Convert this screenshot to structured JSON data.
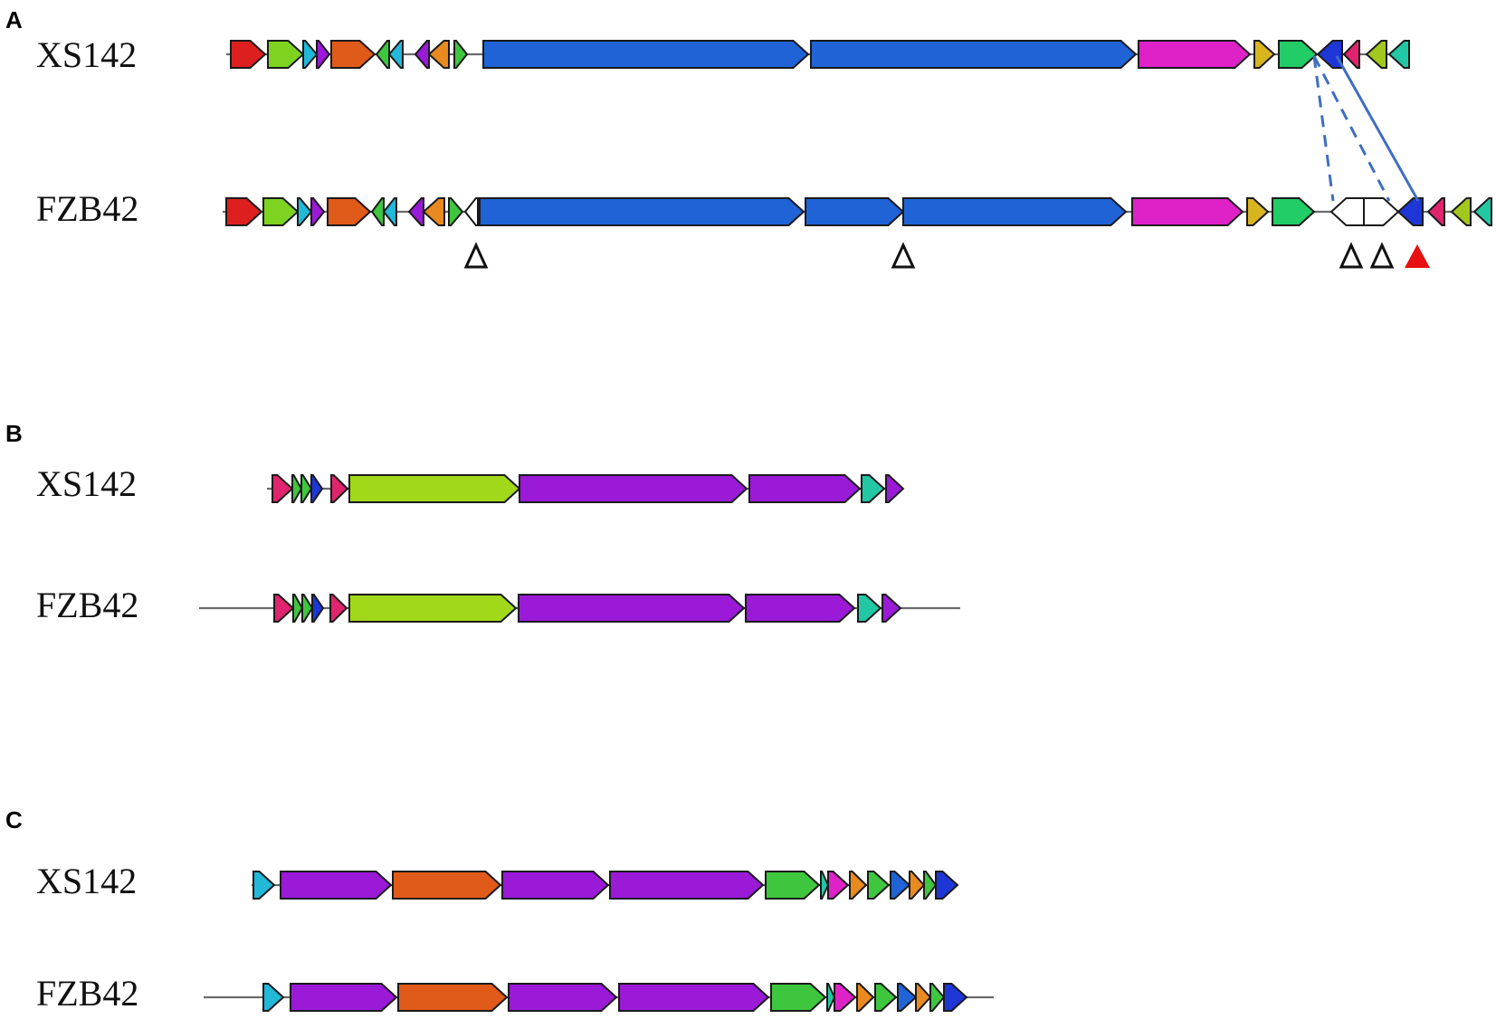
{
  "panels": [
    {
      "letter": "A",
      "strains": [
        "XS142",
        "FZB42"
      ]
    },
    {
      "letter": "B",
      "strains": [
        "XS142",
        "FZB42"
      ]
    },
    {
      "letter": "C",
      "strains": [
        "XS142",
        "FZB42"
      ]
    }
  ],
  "colors": {
    "red": "#dd1f1f",
    "lime": "#7ed321",
    "cyan": "#22b8d8",
    "purple": "#9a1ad8",
    "orange": "#e05a1a",
    "amber": "#e88a1f",
    "green": "#3fc63f",
    "blue": "#1f63d6",
    "navy": "#1f36d6",
    "magenta": "#de22c8",
    "mustard": "#d8b51f",
    "emerald": "#22cc66",
    "crimson": "#e0246e",
    "olive": "#a2c81e",
    "teal": "#22c8a4",
    "chartreuse": "#a2d81a",
    "violet": "#9a1ad8",
    "white": "#ffffff",
    "marker_mutation": "#e81010",
    "link_line": "#3e6ec4"
  },
  "markers": {
    "open_count": 4,
    "filled_count": 1
  }
}
